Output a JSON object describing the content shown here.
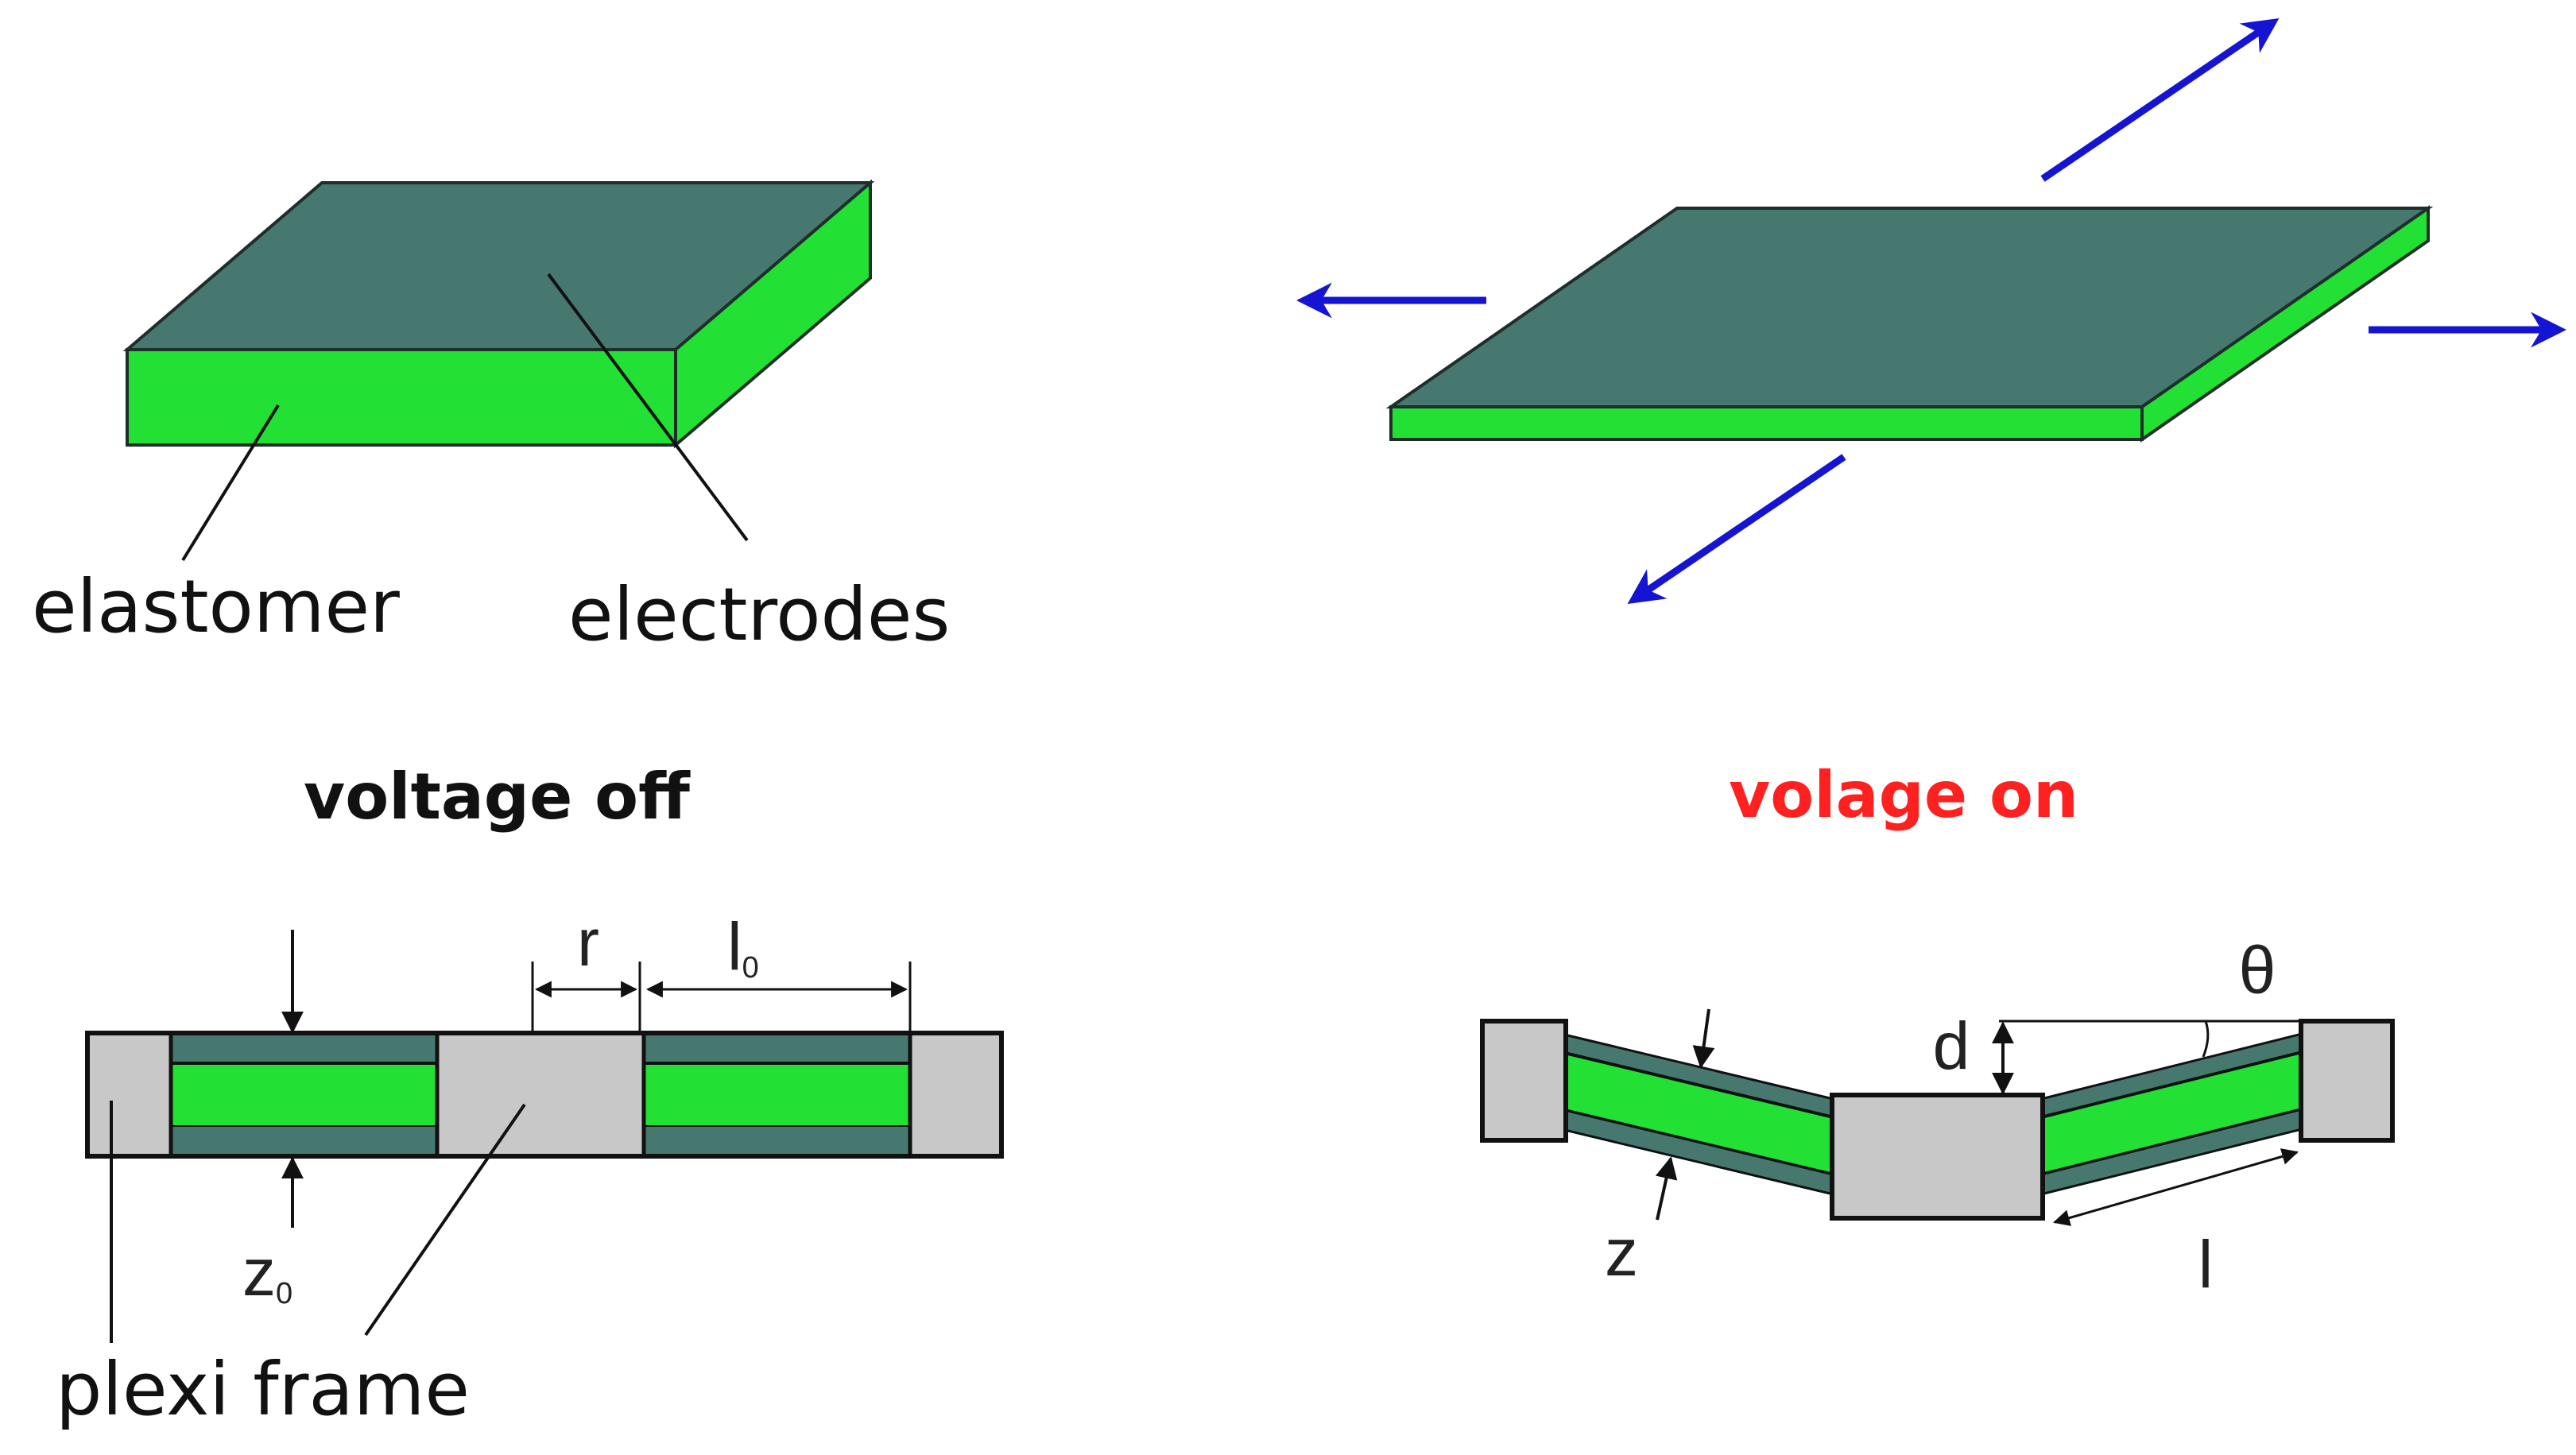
{
  "labels": {
    "elastomer": "elastomer",
    "electrodes": "electrodes",
    "voltage_off": "voltage off",
    "voltage_on": "volage on",
    "plexi_frame": "plexi frame"
  },
  "symbols": {
    "r": "r",
    "l0_base": "l",
    "l0_sub": "0",
    "z0_base": "z",
    "z0_sub": "0",
    "d": "d",
    "theta": "θ",
    "z": "z",
    "l": "l"
  },
  "colors": {
    "electrode": "#467870",
    "elastomer": "#22e034",
    "frame": "#c8c8c8",
    "arrow": "#1414d2",
    "voltage_on_text": "#ff2020",
    "text": "#111111"
  }
}
